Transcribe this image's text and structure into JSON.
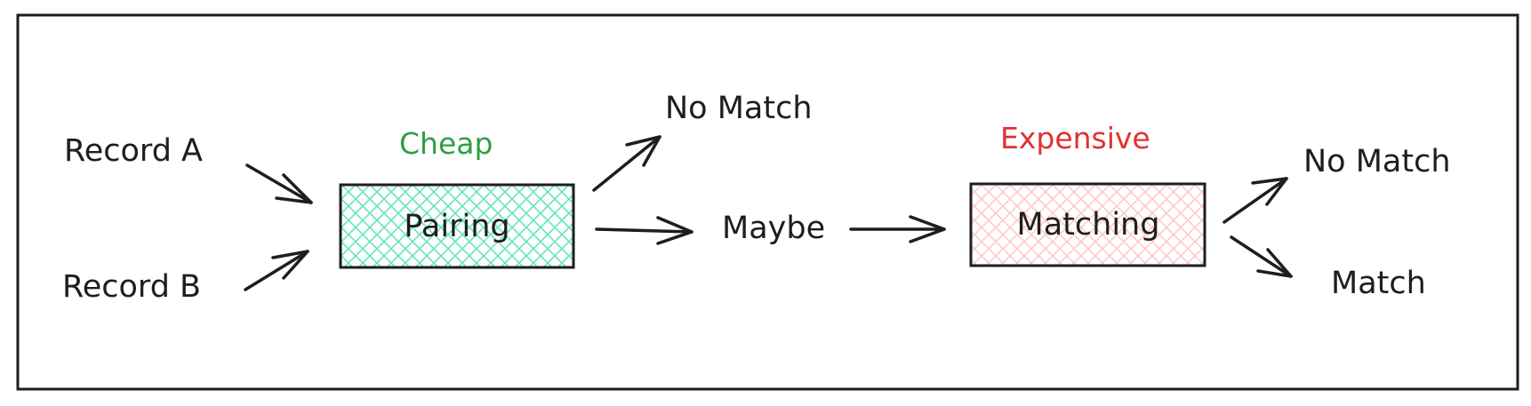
{
  "diagram": {
    "inputs": {
      "record_a": "Record A",
      "record_b": "Record B"
    },
    "stage1": {
      "tag": "Cheap",
      "label": "Pairing",
      "tag_color": "#2f9e44",
      "hatch_color": "#63e6be"
    },
    "stage1_outputs": {
      "no_match": "No Match",
      "maybe": "Maybe"
    },
    "stage2": {
      "tag": "Expensive",
      "label": "Matching",
      "tag_color": "#e03131",
      "hatch_color": "#ffc9c9"
    },
    "stage2_outputs": {
      "no_match": "No Match",
      "match": "Match"
    },
    "stroke_color": "#1e1e1e"
  }
}
